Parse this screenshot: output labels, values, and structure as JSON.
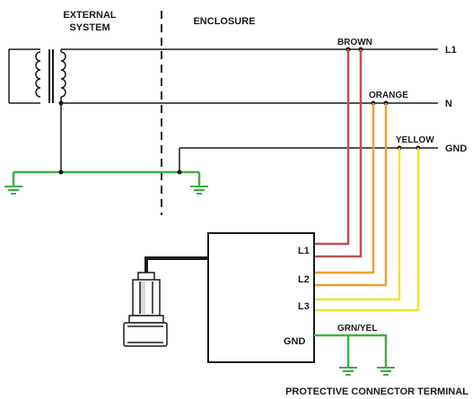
{
  "regions": {
    "external_line1": "EXTERNAL",
    "external_line2": "SYSTEM",
    "enclosure": "ENCLOSURE"
  },
  "wire_colors": {
    "brown_label": "BROWN",
    "orange_label": "ORANGE",
    "yellow_label": "YELLOW",
    "grn_yel_label": "GRN/YEL"
  },
  "lines": {
    "l1": "L1",
    "n": "N",
    "gnd": "GND"
  },
  "device_terminals": {
    "l1": "L1",
    "l2": "L2",
    "l3": "L3",
    "gnd": "GND"
  },
  "caption": "PROTECTIVE CONNECTOR TERMINAL",
  "colors": {
    "brown": "#c0504d",
    "orange": "#f0a030",
    "yellow": "#f5e030",
    "green": "#3cb043",
    "black": "#1a1a1a"
  }
}
